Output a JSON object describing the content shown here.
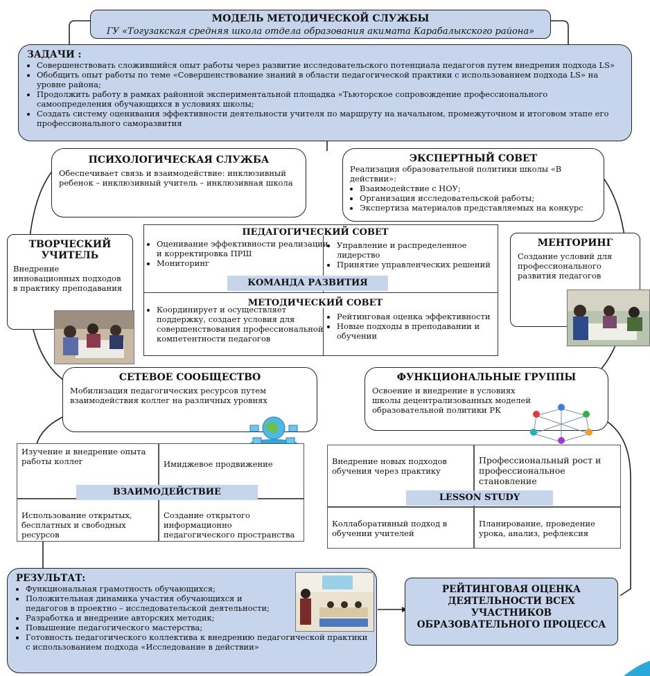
{
  "header": {
    "title": "МОДЕЛЬ  МЕТОДИЧЕСКОЙ СЛУЖБЫ",
    "subtitle": "ГУ «Тогузакская средняя школа отдела образования акимата Карабалыкского района»"
  },
  "tasks": {
    "title": "ЗАДАЧИ :",
    "items": [
      "Совершенствовать сложившийся опыт работы через развитие исследовательского потенциала педагогов путем внедрения подхода LS»",
      "Обобщить опыт работы по теме «Совершенствование знаний в области педагогической практики с использованием подхода LS» на уровне района;",
      "Продолжить работу в рамках районной экспериментальной площадка «Тьюторское сопровождение профессионального самоопределения обучающихся в условиях школы;",
      "Создать систему оценивания эффективности деятельности учителя по маршруту на начальном, промежуточном и итоговом этапе его профессионального саморазвития"
    ]
  },
  "psych": {
    "title": "ПСИХОЛОГИЧЕСКАЯ СЛУЖБА",
    "text": "Обеспечивает связь и взаимодействие: инклюзивный ребенок – инклюзивный учитель – инклюзивная школа"
  },
  "expert": {
    "title": "ЭКСПЕРТНЫЙ СОВЕТ",
    "intro": "Реализация образовательной политики школы «В действии»:",
    "items": [
      "Взаимодействие с НОУ;",
      "Организация исследовательской работы;",
      "Экспертиза материалов представляемых  на конкурс"
    ]
  },
  "creative": {
    "title": "ТВОРЧЕСКИЙ УЧИТЕЛЬ",
    "text": "Внедрение инновационных подходов в практику преподавания"
  },
  "mentoring": {
    "title": "МЕНТОРИНГ",
    "text": "Создание условий для профессионального развития педагогов"
  },
  "ped_council": {
    "title": "ПЕДАГОГИЧЕСКИЙ СОВЕТ",
    "left": [
      "Оценивание эффективности реализации и корректировка ПРШ",
      "Мониторинг"
    ],
    "right": [
      "Управление и распределенное лидерство",
      "Принятие управленческих решений"
    ]
  },
  "dev_team": "КОМАНДА РАЗВИТИЯ",
  "method_council": {
    "title": "МЕТОДИЧЕСКИЙ  СОВЕТ",
    "left": [
      "Координирует и осуществляет поддержку, создает условия для совершенствования профессиональной компетентности педагогов"
    ],
    "right": [
      "Рейтинговая оценка эффективности",
      "Новые подходы в преподавании и обучении"
    ]
  },
  "network": {
    "title": "СЕТЕВОЕ СООБЩЕСТВО",
    "text": "Мобилизация педагогических ресурсов путем взаимодействия коллег на различных уровнях"
  },
  "func_groups": {
    "title": "ФУНКЦИОНАЛЬНЫЕ ГРУППЫ",
    "text": "Освоение и внедрение в условиях школы децентрализованных моделей образовательной политики РК"
  },
  "interaction": {
    "label": "ВЗАИМОДЕЙСТВИЕ",
    "tl": "Изучение и внедрение опыта работы коллег",
    "tr": "Имиджевое продвижение",
    "bl": "Использование открытых, бесплатных и свободных ресурсов",
    "br": "Создание открытого информационно педагогического пространства"
  },
  "lesson_study": {
    "label": "LESSON STUDY",
    "tl": "Внедрение новых подходов обучения через практику",
    "tr": "Профессиональный рост и профессиональное становление",
    "bl": "Коллаборативный подход в обучении учителей",
    "br": "Планирование, проведение урока, анализ, рефлексия"
  },
  "result": {
    "title": "РЕЗУЛЬТАТ:",
    "items": [
      "Функциональная грамотность обучающихся;",
      "Положительная динамика участия обучающихся и педагогов в проектно – исследовательской деятельности;",
      "Разработка и внедрение авторских методик;",
      "Повышение педагогического мастерства;",
      "Готовность педагогического коллектива к внедрению педагогической практики с использованием подхода «Исследование в действии»"
    ]
  },
  "rating": {
    "text": "РЕЙТИНГОВАЯ ОЦЕНКА ДЕЯТЕЛЬНОСТИ ВСЕХ УЧАСТНИКОВ ОБРАЗОВАТЕЛЬНОГО ПРОЦЕССА"
  },
  "colors": {
    "box_fill": "#c6d5ec",
    "border": "#222222"
  }
}
